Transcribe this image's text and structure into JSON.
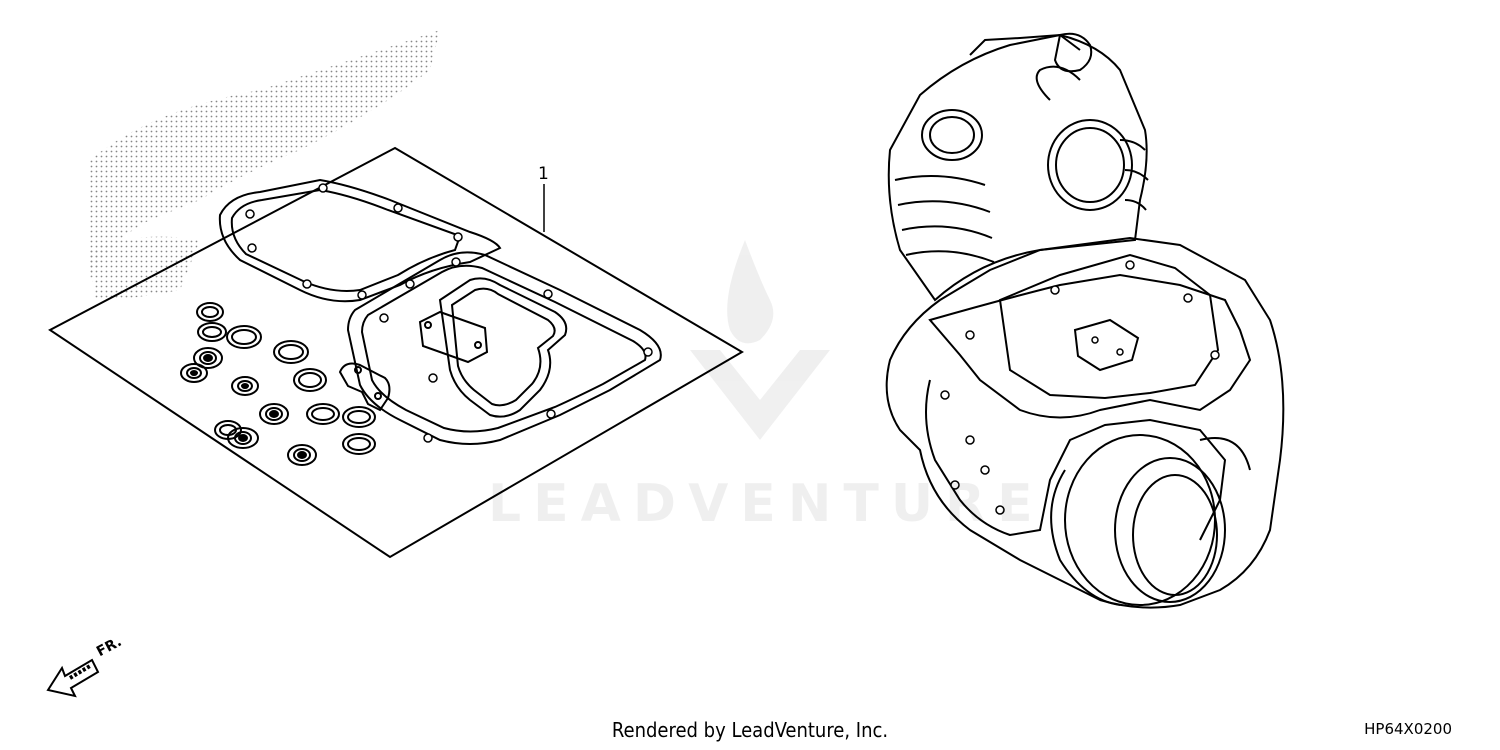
{
  "diagram": {
    "callouts": [
      {
        "number": "1"
      }
    ],
    "direction_indicator": "FR.",
    "watermark_text": "LEADVENTURE",
    "footer_text": "Rendered by LeadVenture, Inc.",
    "diagram_code": "HP64X0200",
    "line_color": "#000000",
    "background_color": "#ffffff"
  }
}
